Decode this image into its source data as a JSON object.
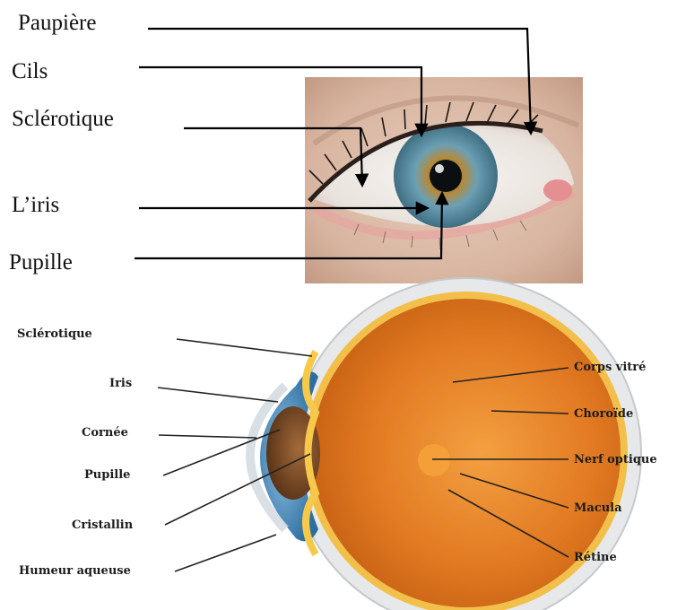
{
  "photo_labels": {
    "paupiere": "Paupière",
    "cils": "Cils",
    "sclerotique": "Sclérotique",
    "iris": "L’iris",
    "pupille": "Pupille"
  },
  "section_labels": {
    "sclerotique": "Sclérotique",
    "iris": "Iris",
    "cornee": "Cornée",
    "pupille": "Pupille",
    "cristallin": "Cristallin",
    "humeur_aqueuse": "Humeur aqueuse",
    "corps_vitre": "Corps vitré",
    "choroide": "Choroïde",
    "nerf_optique": "Nerf optique",
    "macula": "Macula",
    "retine": "Rétine"
  },
  "colors": {
    "arrow": "#000000",
    "iris_blue": "#5f8fa6",
    "eyeball_orange": "#e2761f",
    "sclera_white": "#f2ece6",
    "skin": "#d8b8a3"
  }
}
